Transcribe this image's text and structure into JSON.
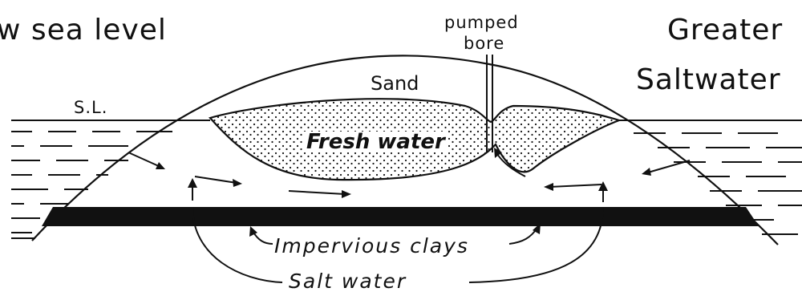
{
  "labels": {
    "top_left": "w sea level",
    "top_right_1": "Greater",
    "top_right_2": "Saltwater",
    "pumped": "pumped",
    "bore": "bore",
    "sand": "Sand",
    "sea_level": "S.L.",
    "fresh_water": "Fresh water",
    "impervious": "Impervious clays",
    "salt_water": "Salt water"
  },
  "colors": {
    "ink": "#111111",
    "background": "#ffffff"
  }
}
